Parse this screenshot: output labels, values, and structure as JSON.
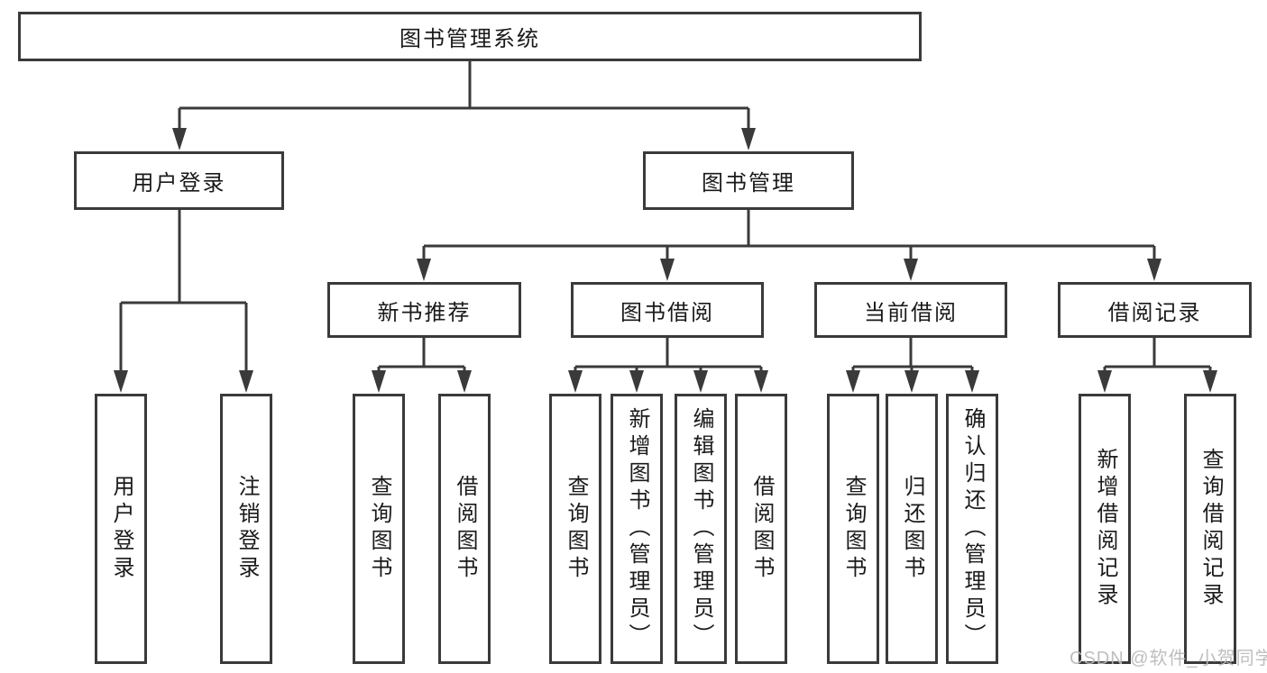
{
  "tree": {
    "root": "图书管理系统",
    "level2": [
      "用户登录",
      "图书管理"
    ],
    "level3": [
      "新书推荐",
      "图书借阅",
      "当前借阅",
      "借阅记录"
    ],
    "leaves": [
      [
        "用户登录",
        "注销登录"
      ],
      [
        "查询图书",
        "借阅图书"
      ],
      [
        "查询图书",
        "新增图书（管理员）",
        "编辑图书（管理员）",
        "借阅图书"
      ],
      [
        "查询图书",
        "归还图书",
        "确认归还（管理员）"
      ],
      [
        "新增借阅记录",
        "查询借阅记录"
      ]
    ]
  },
  "colors": {
    "line": "#3a3a3a",
    "text": "#1a1a1a",
    "watermark": "#b9b9b9"
  },
  "watermark": {
    "text": "CSDN @软件_小贺同学"
  }
}
